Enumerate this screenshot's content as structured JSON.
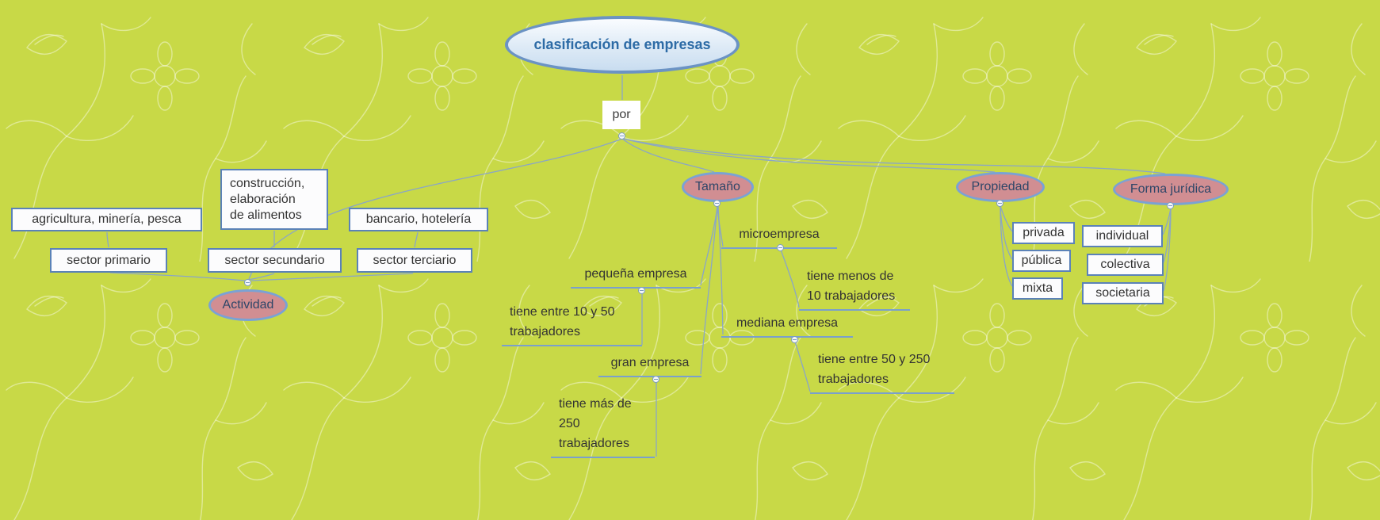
{
  "title": "clasificación de empresas",
  "nodes": {
    "root": "clasificación de empresas",
    "por": "por",
    "actividad": "Actividad",
    "sector_primario": "sector primario",
    "sector_secundario": "sector secundario",
    "sector_terciario": "sector terciario",
    "agricultura": "agricultura, minería, pesca",
    "construccion": "construcción,\nelaboración\nde alimentos",
    "bancario": "bancario, hotelería",
    "tamano": "Tamaño",
    "microempresa": "microempresa",
    "micro_desc": "tiene menos de\n10 trabajadores",
    "pequena": "pequeña empresa",
    "pequena_desc": "tiene entre 10 y 50\ntrabajadores",
    "mediana": "mediana empresa",
    "mediana_desc": "tiene entre 50 y 250\ntrabajadores",
    "gran": "gran empresa",
    "gran_desc": "tiene más de\n250\ntrabajadores",
    "propiedad": "Propiedad",
    "privada": "privada",
    "publica": "pública",
    "mixta": "mixta",
    "forma": "Forma jurídica",
    "individual": "individual",
    "colectiva": "colectiva",
    "societaria": "societaria"
  },
  "hierarchy": {
    "root": "root",
    "edges": [
      [
        "root",
        "por"
      ],
      [
        "por",
        "actividad"
      ],
      [
        "por",
        "tamano"
      ],
      [
        "por",
        "propiedad"
      ],
      [
        "por",
        "forma"
      ],
      [
        "actividad",
        "sector_primario"
      ],
      [
        "actividad",
        "sector_secundario"
      ],
      [
        "actividad",
        "sector_terciario"
      ],
      [
        "sector_primario",
        "agricultura"
      ],
      [
        "sector_secundario",
        "construccion"
      ],
      [
        "sector_terciario",
        "bancario"
      ],
      [
        "tamano",
        "microempresa"
      ],
      [
        "tamano",
        "pequena"
      ],
      [
        "tamano",
        "mediana"
      ],
      [
        "tamano",
        "gran"
      ],
      [
        "microempresa",
        "micro_desc"
      ],
      [
        "pequena",
        "pequena_desc"
      ],
      [
        "mediana",
        "mediana_desc"
      ],
      [
        "gran",
        "gran_desc"
      ],
      [
        "propiedad",
        "privada"
      ],
      [
        "propiedad",
        "publica"
      ],
      [
        "propiedad",
        "mixta"
      ],
      [
        "forma",
        "individual"
      ],
      [
        "forma",
        "colectiva"
      ],
      [
        "forma",
        "societaria"
      ]
    ]
  },
  "colors": {
    "background": "#c8d947",
    "branch_ellipse_fill": "#d18e92",
    "ellipse_border": "#7aa2d4",
    "box_border": "#5b82b8",
    "edge": "#8aa6c6",
    "root_text": "#2d6ba6",
    "text": "#333333"
  }
}
